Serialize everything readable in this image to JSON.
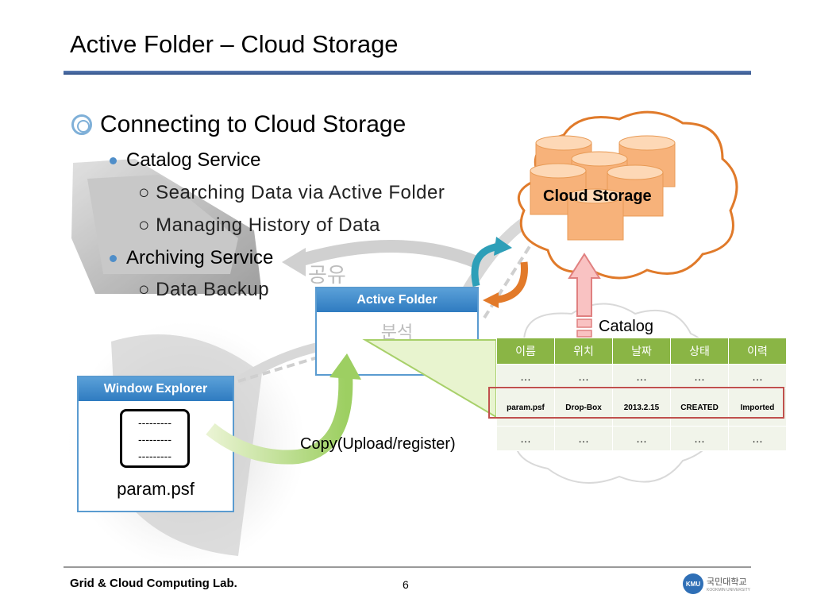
{
  "slide": {
    "title": "Active Folder – Cloud Storage",
    "page_number": "6",
    "footer_lab": "Grid & Cloud Computing Lab.",
    "logo_text": "KMU",
    "logo_name": "국민대학교",
    "logo_sub": "KOOKMIN UNIVERSITY"
  },
  "bullets": {
    "level1": "Connecting to Cloud Storage",
    "catalog_service": "Catalog Service",
    "searching": "Searching Data via Active Folder",
    "managing": "Managing History of Data",
    "archiving_service": "Archiving Service",
    "backup": "Data Backup"
  },
  "diagram": {
    "share_label": "공유",
    "analysis_label": "분석",
    "active_folder_title": "Active Folder",
    "window_explorer_title": "Window Explorer",
    "file_lines": [
      "---------",
      "---------",
      "---------"
    ],
    "file_name": "param.psf",
    "copy_label": "Copy(Upload/register)",
    "catalog_label": "Catalog",
    "cloud_storage_label": "Cloud Storage"
  },
  "catalog_table": {
    "headers": [
      "이름",
      "위치",
      "날짜",
      "상태",
      "이력"
    ],
    "rows": [
      [
        "…",
        "…",
        "…",
        "…",
        "…"
      ],
      [
        "param.psf",
        "Drop-Box",
        "2013.2.15",
        "CREATED",
        "Imported"
      ],
      [
        "…",
        "…",
        "…",
        "…",
        "…"
      ]
    ]
  },
  "colors": {
    "accent_blue": "#2f7bc0",
    "table_header": "#8ab545",
    "highlight_red": "#c0504d",
    "cylinder_orange": "#f7b27a"
  }
}
